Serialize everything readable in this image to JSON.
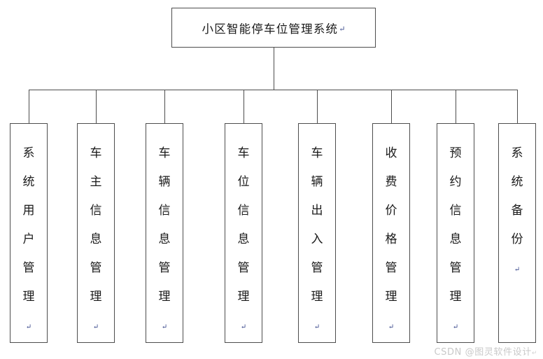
{
  "diagram": {
    "type": "organization-tree",
    "orientation": "top-down",
    "background_color": "#ffffff",
    "line_color": "#4d4d4d",
    "text_color": "#1a1a1a",
    "root": {
      "label": "小区智能停车位管理系统",
      "return_mark": "↵"
    },
    "children": [
      {
        "label": "系统用户管理",
        "return_mark": "↵"
      },
      {
        "label": "车主信息管理",
        "return_mark": "↵"
      },
      {
        "label": "车辆信息管理",
        "return_mark": "↵"
      },
      {
        "label": "车位信息管理",
        "return_mark": "↵"
      },
      {
        "label": "车辆出入管理",
        "return_mark": "↵"
      },
      {
        "label": "收费价格管理",
        "return_mark": "↵"
      },
      {
        "label": "预约信息管理",
        "return_mark": "↵"
      },
      {
        "label": "系统备份",
        "return_mark": "↵"
      }
    ]
  },
  "watermark": {
    "text": "CSDN @图灵软件设计",
    "return_mark": "↵",
    "color": "#c9c9c9"
  }
}
